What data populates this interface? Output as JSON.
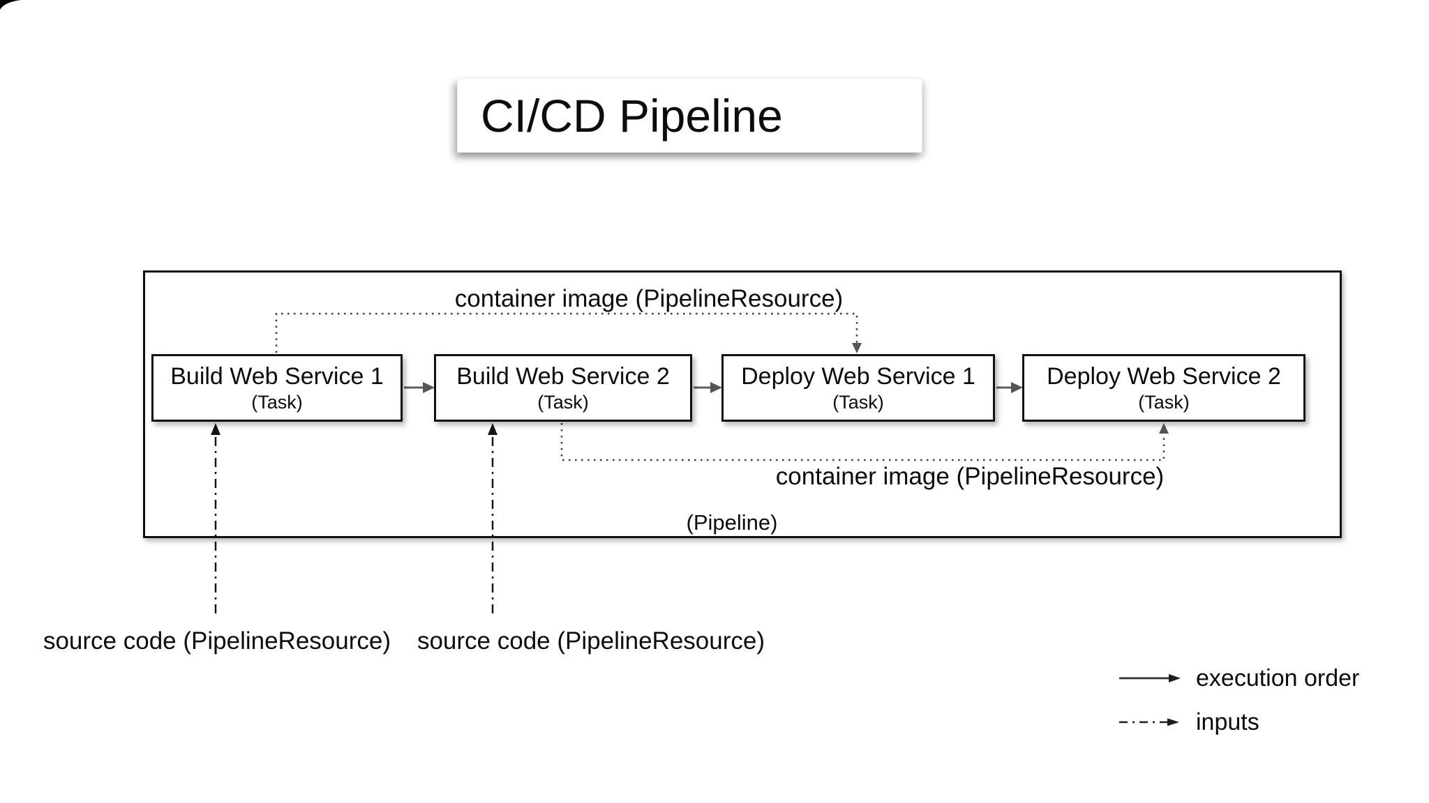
{
  "title": {
    "text": "CI/CD Pipeline"
  },
  "pipeline": {
    "caption": "(Pipeline)"
  },
  "tasks": [
    {
      "title": "Build Web Service 1",
      "type": "(Task)"
    },
    {
      "title": "Build Web Service 2",
      "type": "(Task)"
    },
    {
      "title": "Deploy Web Service 1",
      "type": "(Task)"
    },
    {
      "title": "Deploy Web Service 2",
      "type": "(Task)"
    }
  ],
  "resources": {
    "container_image_top": "container image (PipelineResource)",
    "container_image_bottom": "container image (PipelineResource)",
    "source_code_1": "source code (PipelineResource)",
    "source_code_2": "source code (PipelineResource)"
  },
  "legend": {
    "execution_order": "execution order",
    "inputs": "inputs"
  },
  "colors": {
    "background": "#ffffff",
    "text": "#0c0c0c",
    "box_border": "#101010",
    "execution_arrow": "#5f5f5f",
    "dotted_resource_line": "#3a3a3a",
    "dashdot_input_line": "#141414"
  }
}
